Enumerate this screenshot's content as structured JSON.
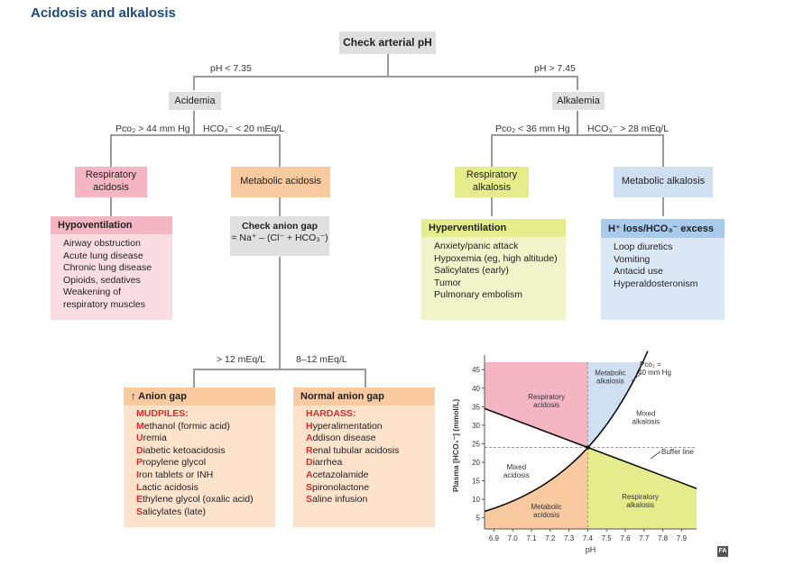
{
  "title": "Acidosis and alkalosis",
  "root": "Check arterial pH",
  "branch_left": "pH < 7.35",
  "branch_right": "pH > 7.45",
  "acidemia": "Acidemia",
  "alkalemia": "Alkalemia",
  "cond_pco2_high": "Pco₂ > 44 mm Hg",
  "cond_hco3_low": "HCO₃⁻ < 20 mEq/L",
  "cond_pco2_low": "Pco₂ < 36 mm Hg",
  "cond_hco3_high": "HCO₃⁻ > 28 mEq/L",
  "resp_acidosis": "Respiratory acidosis",
  "met_acidosis": "Metabolic acidosis",
  "resp_alkalosis": "Respiratory alkalosis",
  "met_alkalosis": "Metabolic alkalosis",
  "anion_gap_box_line1": "Check anion gap",
  "anion_gap_box_line2": "= Na⁺ – (Cl⁻ + HCO₃⁻)",
  "gap_high": "> 12 mEq/L",
  "gap_normal": "8–12 mEq/L",
  "hypovent": {
    "header": "Hypoventilation",
    "items": [
      "Airway obstruction",
      "Acute lung disease",
      "Chronic lung disease",
      "Opioids, sedatives",
      "Weakening of respiratory muscles"
    ]
  },
  "hypervent": {
    "header": "Hyperventilation",
    "items": [
      "Anxiety/panic attack",
      "Hypoxemia (eg, high altitude)",
      "Salicylates (early)",
      "Tumor",
      "Pulmonary embolism"
    ]
  },
  "hloss": {
    "header": "H⁺ loss/HCO₃⁻ excess",
    "items": [
      "Loop diuretics",
      "Vomiting",
      "Antacid use",
      "Hyperaldosteronism"
    ]
  },
  "ag_high": {
    "header": "↑ Anion gap",
    "mnemonic": "MUDPILES:",
    "items": [
      {
        "first": "M",
        "rest": "ethanol (formic acid)"
      },
      {
        "first": "U",
        "rest": "remia"
      },
      {
        "first": "D",
        "rest": "iabetic ketoacidosis"
      },
      {
        "first": "P",
        "rest": "ropylene glycol"
      },
      {
        "first": "I",
        "rest": "ron tablets or INH"
      },
      {
        "first": "L",
        "rest": "actic acidosis"
      },
      {
        "first": "E",
        "rest": "thylene glycol (oxalic acid)"
      },
      {
        "first": "S",
        "rest": "alicylates (late)"
      }
    ]
  },
  "ag_normal": {
    "header": "Normal anion gap",
    "mnemonic": "HARDASS:",
    "items": [
      {
        "first": "H",
        "rest": "yperalimentation"
      },
      {
        "first": "A",
        "rest": "ddison disease"
      },
      {
        "first": "R",
        "rest": "enal tubular acidosis"
      },
      {
        "first": "D",
        "rest": "iarrhea"
      },
      {
        "first": "A",
        "rest": "cetazolamide"
      },
      {
        "first": "S",
        "rest": "pironolactone"
      },
      {
        "first": "S",
        "rest": "aline infusion"
      }
    ]
  },
  "chart_data": {
    "type": "line",
    "xlabel": "pH",
    "ylabel": "Plasma [HCO₃⁻] (mmol/L)",
    "xlim": [
      6.85,
      7.98
    ],
    "ylim": [
      2,
      47
    ],
    "x_ticks": [
      "6.9",
      "7.0",
      "7.1",
      "7.2",
      "7.3",
      "7.4",
      "7.5",
      "7.6",
      "7.7",
      "7.8",
      "7.9"
    ],
    "y_ticks": [
      "5",
      "10",
      "15",
      "20",
      "25",
      "30",
      "35",
      "40",
      "45"
    ],
    "reference": {
      "ph": 7.4,
      "hco3": 24
    },
    "series": [
      {
        "name": "Pco₂ = 40 mm Hg",
        "x": [
          6.85,
          7.0,
          7.1,
          7.2,
          7.3,
          7.4,
          7.5,
          7.6,
          7.7,
          7.75
        ],
        "y": [
          7.6,
          10.7,
          13.5,
          17.0,
          21.4,
          24.0,
          30.2,
          38.0,
          47.9,
          53.7
        ]
      },
      {
        "name": "Buffer line",
        "x": [
          6.85,
          7.4,
          7.95
        ],
        "y": [
          34.5,
          24.0,
          13.5
        ]
      }
    ],
    "regions": [
      "Respiratory acidosis",
      "Metabolic alkalosis",
      "Mixed alkalosis",
      "Mixed acidosis",
      "Metabolic acidosis",
      "Respiratory alkalosis"
    ],
    "region_colors": {
      "resp_acidosis": "#f4b6c2",
      "met_alkalosis": "#cfe0f3",
      "met_acidosis": "#f9c9a0",
      "resp_alkalosis": "#e4ec8c"
    }
  },
  "logo": "FA"
}
